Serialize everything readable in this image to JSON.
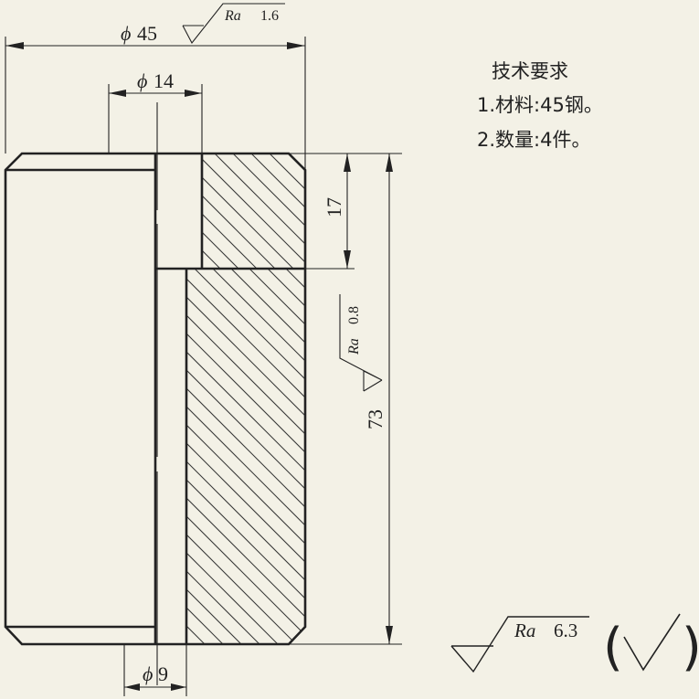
{
  "dimensions": {
    "outer_diameter": "45",
    "bore_diameter": "14",
    "small_diameter": "9",
    "bore_depth": "17",
    "total_length": "73"
  },
  "phi_symbol": "ϕ",
  "roughness": {
    "top_label": "Ra",
    "top_value": "1.6",
    "side_label": "Ra",
    "side_value": "0.8",
    "general_label": "Ra",
    "general_value": "6.3",
    "general_paren_left": "(",
    "general_paren_right": ")"
  },
  "technical_requirements": {
    "title": "技术要求",
    "items": [
      "1.材料:45钢。",
      "2.数量:4件。"
    ]
  }
}
